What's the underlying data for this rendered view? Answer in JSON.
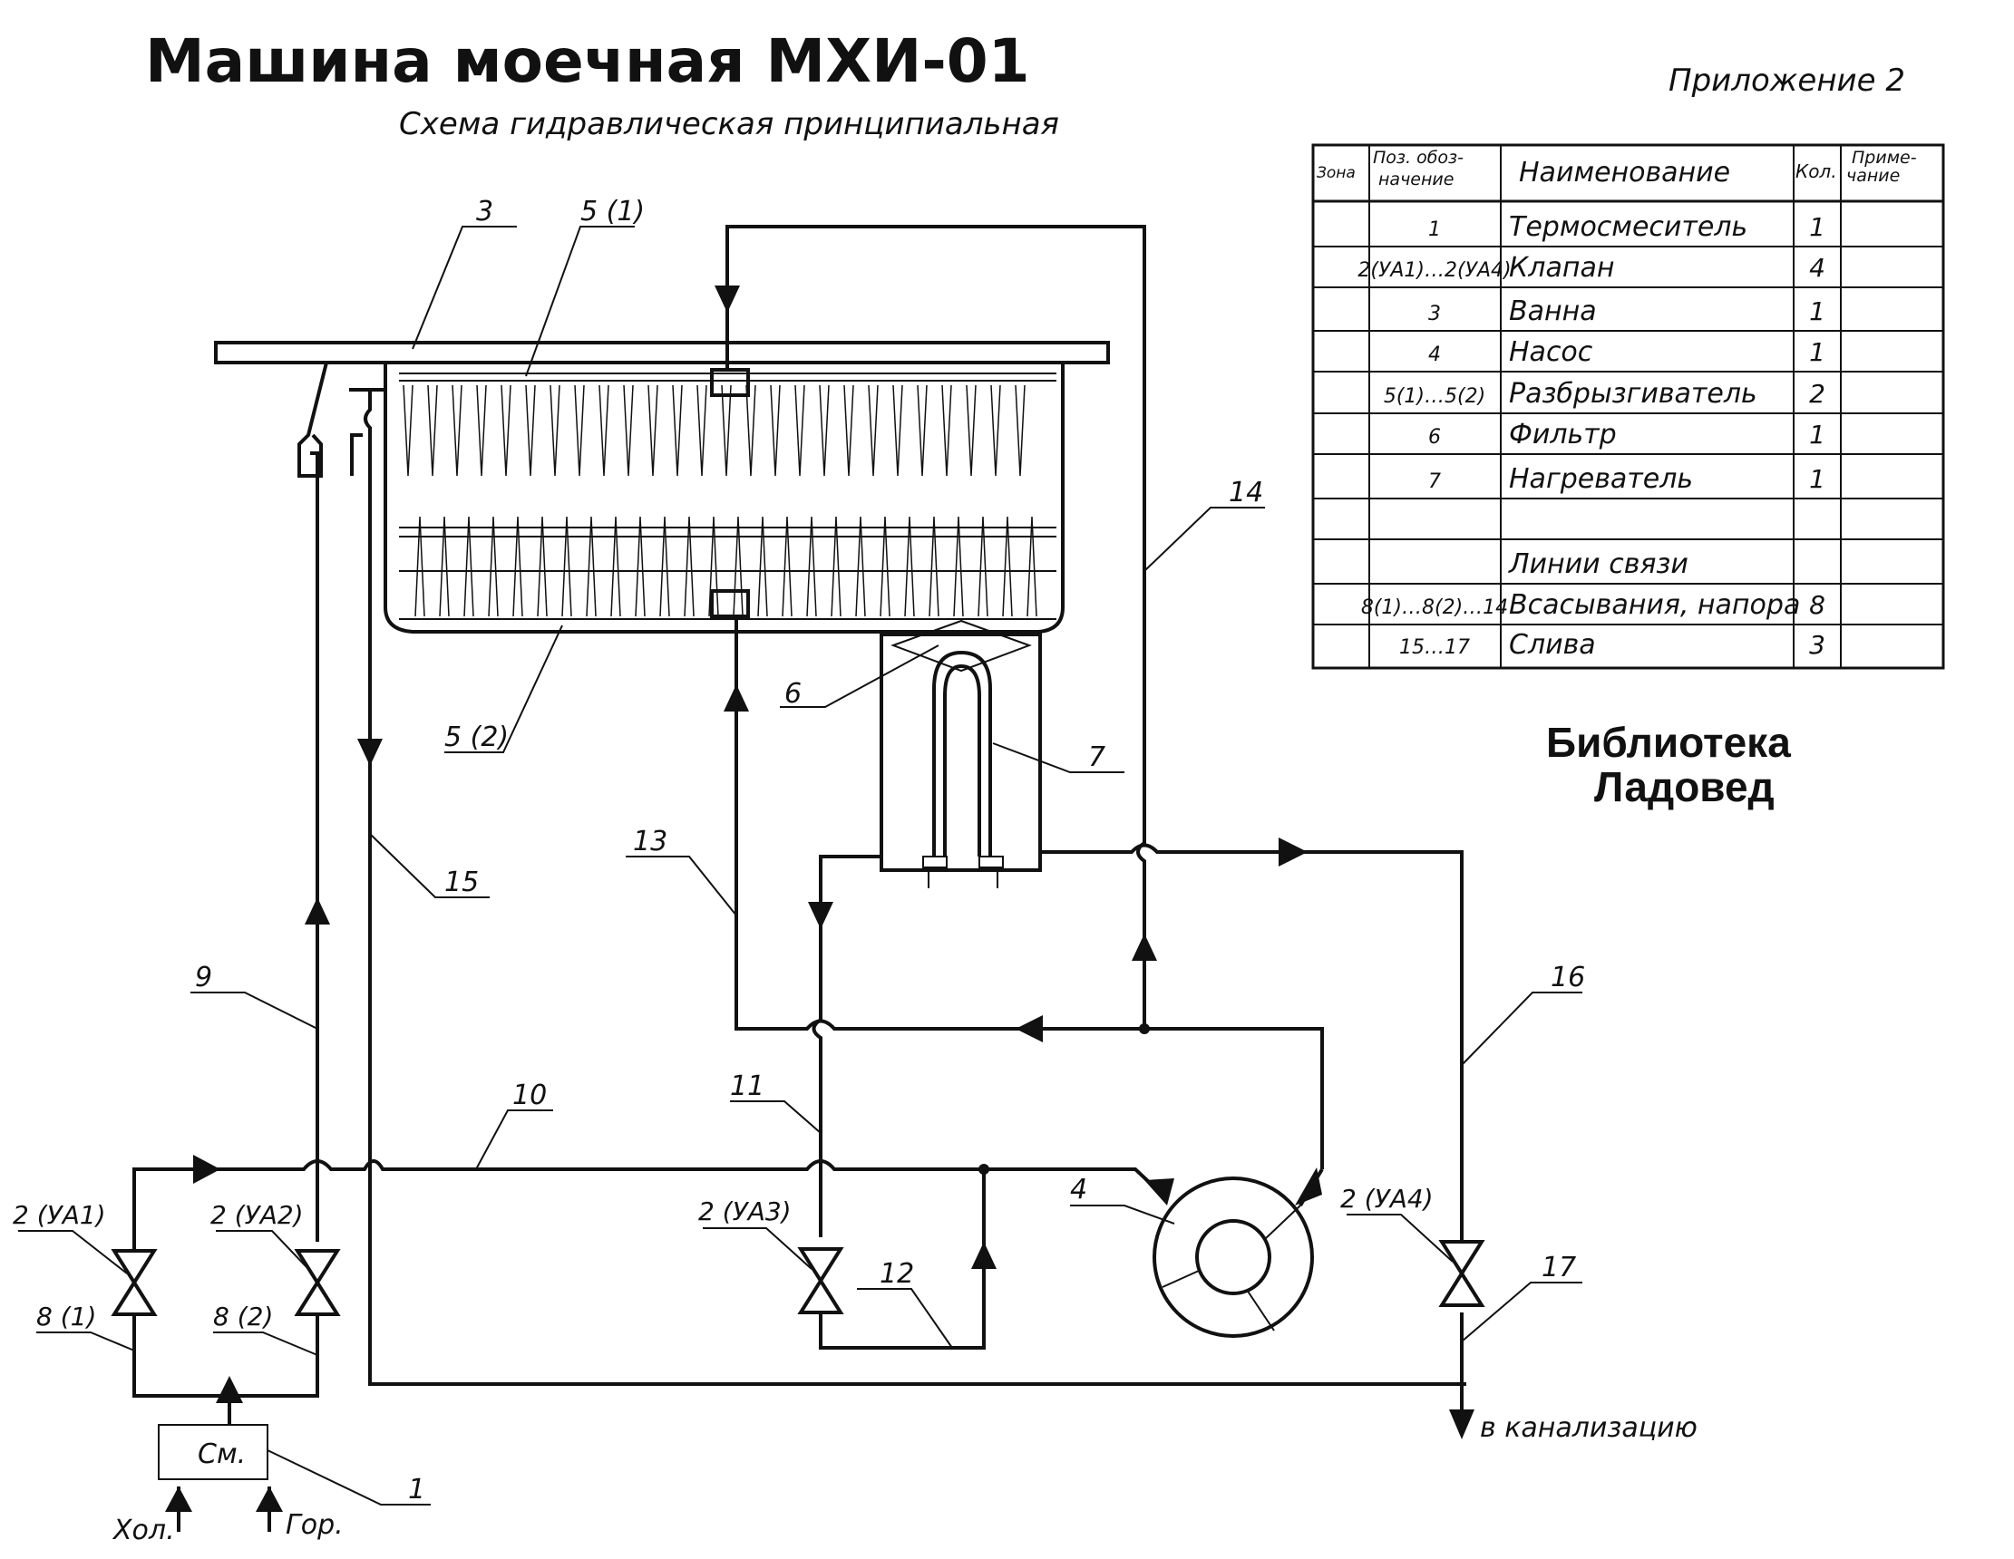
{
  "title": "Машина моечная МХИ-01",
  "subtitle": "Схема гидравлическая принципиальная",
  "appendix": "Приложение 2",
  "library": [
    "Библиотека",
    "Ладовед"
  ],
  "table": {
    "headers": {
      "zone": "Зона",
      "pos": [
        "Поз. обоз-",
        "начение"
      ],
      "name": "Наименование",
      "qty": "Кол.",
      "note": [
        "Приме-",
        "чание"
      ]
    },
    "rows": [
      {
        "pos": "1",
        "name": "Термосмеситель",
        "qty": "1"
      },
      {
        "pos": "2(УА1)…2(УА4)",
        "name": "Клапан",
        "qty": "4"
      },
      {
        "pos": "3",
        "name": "Ванна",
        "qty": "1"
      },
      {
        "pos": "4",
        "name": "Насос",
        "qty": "1"
      },
      {
        "pos": "5(1)…5(2)",
        "name": "Разбрызгиватель",
        "qty": "2"
      },
      {
        "pos": "6",
        "name": "Фильтр",
        "qty": "1"
      },
      {
        "pos": "7",
        "name": "Нагреватель",
        "qty": "1"
      },
      {
        "pos": "",
        "name": "",
        "qty": ""
      },
      {
        "pos": "",
        "name": "Линии связи",
        "qty": ""
      },
      {
        "pos": "8(1)…8(2)…14",
        "name": "Всасывания, напора",
        "qty": "8"
      },
      {
        "pos": "15…17",
        "name": "Слива",
        "qty": "3"
      }
    ]
  },
  "labels": {
    "l3": "3",
    "l5_1": "5 (1)",
    "l5_2": "5 (2)",
    "l6": "6",
    "l7": "7",
    "l9": "9",
    "l10": "10",
    "l11": "11",
    "l12": "12",
    "l13": "13",
    "l14": "14",
    "l15": "15",
    "l16": "16",
    "l17": "17",
    "l1": "1",
    "l4": "4",
    "v1": "2 (УА1)",
    "v2": "2 (УА2)",
    "v3": "2 (УА3)",
    "v4": "2 (УА4)",
    "l8_1": "8 (1)",
    "l8_2": "8 (2)",
    "mixer": "См.",
    "cold": "Хол.",
    "hot": "Гор.",
    "drain": "в канализацию"
  }
}
